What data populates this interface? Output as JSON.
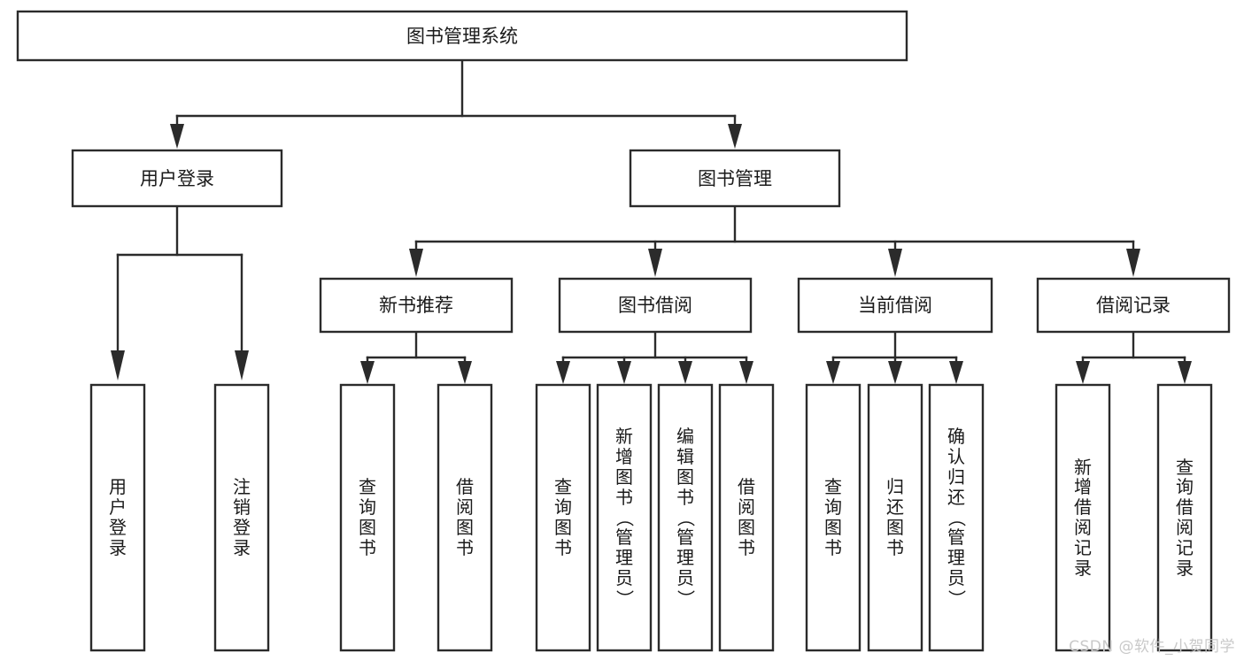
{
  "diagram": {
    "title": "图书管理系统",
    "type": "tree-hierarchy",
    "watermark": "CSDN @软件_小贺同学",
    "colors": {
      "stroke": "#2b2b2b",
      "fill": "#ffffff",
      "text": "#1a1a1a",
      "watermark": "#c9c9c9"
    },
    "root": {
      "label": "图书管理系统"
    },
    "level1": [
      {
        "label": "用户登录"
      },
      {
        "label": "图书管理"
      }
    ],
    "level2": [
      {
        "label": "新书推荐"
      },
      {
        "label": "图书借阅"
      },
      {
        "label": "当前借阅"
      },
      {
        "label": "借阅记录"
      }
    ],
    "leaves": {
      "user_login": [
        {
          "label": "用户登录"
        },
        {
          "label": "注销登录"
        }
      ],
      "new_book_recommend": [
        {
          "label": "查询图书"
        },
        {
          "label": "借阅图书"
        }
      ],
      "book_borrow": [
        {
          "label": "查询图书"
        },
        {
          "label": "新增图书（管理员）"
        },
        {
          "label": "编辑图书（管理员）"
        },
        {
          "label": "借阅图书"
        }
      ],
      "current_borrow": [
        {
          "label": "查询图书"
        },
        {
          "label": "归还图书"
        },
        {
          "label": "确认归还（管理员）"
        }
      ],
      "borrow_record": [
        {
          "label": "新增借阅记录"
        },
        {
          "label": "查询借阅记录"
        }
      ]
    }
  }
}
